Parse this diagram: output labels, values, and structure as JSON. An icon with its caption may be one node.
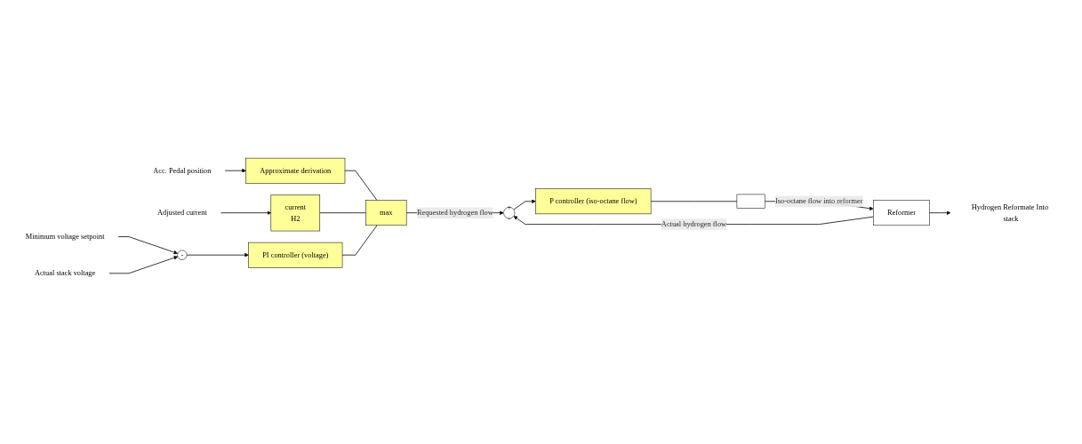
{
  "diagram": {
    "nodes": [
      {
        "text": [
          "Acc. Pedal position"
        ]
      },
      {
        "text": [
          "Approximate derivation"
        ]
      },
      {
        "text": [
          "Adjusted current"
        ]
      },
      {
        "text": [
          "current",
          "H2"
        ]
      },
      {
        "text": [
          "Minimum voltage setpoint"
        ]
      },
      {
        "text": [
          "-"
        ]
      },
      {
        "text": [
          "Actual stack voltage"
        ]
      },
      {
        "text": [
          "PI controller (voltage)"
        ]
      },
      {
        "text": [
          "max"
        ]
      },
      {
        "text": [
          "+",
          "-"
        ]
      },
      {
        "text": [
          "P controller (iso-octane flow)"
        ]
      },
      {
        "text": [],
        "shape": "box"
      },
      {
        "text": [
          "Reformer"
        ]
      },
      {
        "text": [
          "Hydrogen Reformate Into stack"
        ]
      }
    ],
    "edges": [
      {
        "from": 0,
        "to": 1,
        "arrow": "to"
      },
      {
        "from": 2,
        "to": 3,
        "arrow": "to"
      },
      {
        "from": 4,
        "to": 5,
        "arrow": "to"
      },
      {
        "from": 6,
        "to": 5,
        "arrow": "to"
      },
      {
        "from": 5,
        "to": 7,
        "arrow": "to"
      },
      {
        "from": 1,
        "to": 8,
        "arrow": "none"
      },
      {
        "from": 3,
        "to": 8,
        "arrow": "none"
      },
      {
        "from": 7,
        "to": 8,
        "arrow": "none"
      },
      {
        "from": 8,
        "to": 9,
        "arrow": "to",
        "label": "Requested hydrogen flow"
      },
      {
        "from": 12,
        "to": 9,
        "arrow": "to",
        "label": "Actual hydrogen flow"
      },
      {
        "from": 9,
        "to": 10,
        "arrow": "to"
      },
      {
        "from": 10,
        "to": 11,
        "arrow": "none"
      },
      {
        "from": 11,
        "to": 12,
        "arrow": "to",
        "label": "Iso-octane flow into reformer"
      },
      {
        "from": 12,
        "to": 13,
        "arrow": "to"
      }
    ]
  }
}
